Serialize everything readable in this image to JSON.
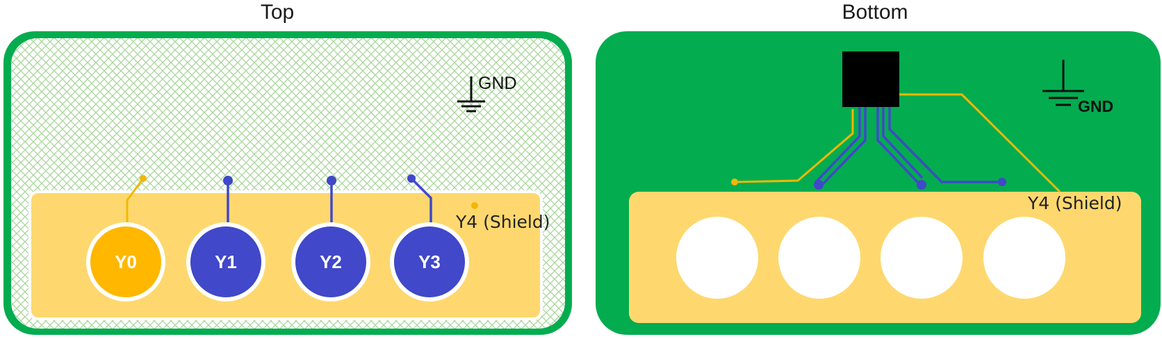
{
  "titles": {
    "top": "Top",
    "bottom": "Bottom"
  },
  "top": {
    "gnd_label": "GND",
    "shield_label": "Y4 (Shield)",
    "pads": [
      {
        "label": "Y0",
        "color": "#FFB700"
      },
      {
        "label": "Y1",
        "color": "#4148C9"
      },
      {
        "label": "Y2",
        "color": "#4148C9"
      },
      {
        "label": "Y3",
        "color": "#4148C9"
      }
    ]
  },
  "bottom": {
    "gnd_label": "GND",
    "shield_label": "Y4 (Shield)"
  },
  "colors": {
    "board_green": "#03AC4F",
    "shield_yellow": "#FED86E",
    "trace_yellow": "#F2B705",
    "trace_blue": "#4148C9",
    "hatch": "#A8D69A",
    "chip": "#000000"
  }
}
